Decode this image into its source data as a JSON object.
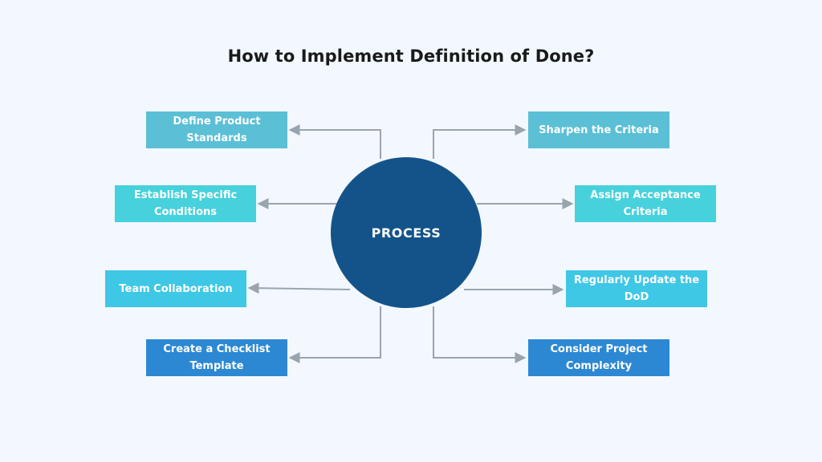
{
  "title": "How to Implement Definition of Done?",
  "center": {
    "label": "PROCESS",
    "color": "#14538a"
  },
  "left_items": [
    {
      "label": "Define Product Standards",
      "color": "#5bbfd6"
    },
    {
      "label": "Establish Specific Conditions",
      "color": "#47d1dc"
    },
    {
      "label": "Team Collaboration",
      "color": "#3fc7e6"
    },
    {
      "label": "Create a Checklist Template",
      "color": "#2d88d3"
    }
  ],
  "right_items": [
    {
      "label": "Sharpen the Criteria",
      "color": "#5bbfd6"
    },
    {
      "label": "Assign Acceptance Criteria",
      "color": "#47d1dc"
    },
    {
      "label": "Regularly Update the DoD",
      "color": "#3fc7e6"
    },
    {
      "label": "Consider Project Complexity",
      "color": "#2d88d3"
    }
  ],
  "connector_color": "#9aa4ad"
}
